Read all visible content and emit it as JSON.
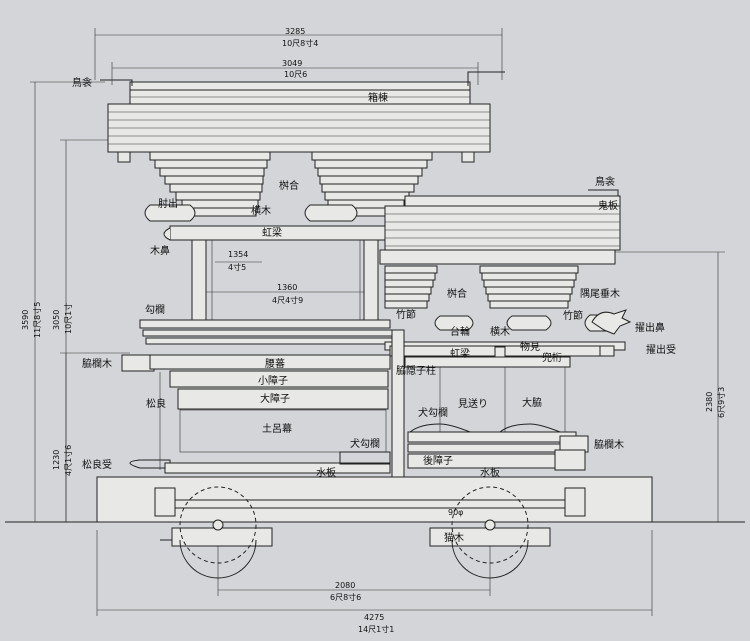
{
  "labels": {
    "karahafu_top": "鳥衾",
    "hakomune": "箱棟",
    "masugumi_upper": "桝合",
    "hijiki_upper": "肘出",
    "yokomoku_upper": "横木",
    "kouryo_upper": "虹梁",
    "kibana": "木鼻",
    "koran": "勾欄",
    "wakiranki_left": "脇欄木",
    "koshigumi": "腰蕃",
    "koshoji": "小障子",
    "ooshoji": "大障子",
    "matsura": "松良",
    "tsuchiiro": "土呂幕",
    "inukoran_left": "犬勾欄",
    "matsuraza": "松良受",
    "mizuita_left": "水板",
    "karahafu_right": "鳥衾",
    "onita": "鬼板",
    "masugumi_lower": "桝合",
    "suiki": "隅尾垂木",
    "takebushi_left": "竹節",
    "daiwa": "台輪",
    "yokomoku_lower": "横木",
    "takebushi_right": "竹節",
    "kohaibana": "擢出鼻",
    "kouryo_lower": "虹梁",
    "monomi": "物見",
    "kabuto": "兜桁",
    "kohaidai": "擢出受",
    "wakibashira": "脇隠子柱",
    "inukoran_right": "犬勾欄",
    "miokuri": "見送り",
    "oowaki": "大脇",
    "wakiranki_right": "脇欄木",
    "goshoji": "後障子",
    "mizuita_right": "水板",
    "nekogi": "猫木"
  },
  "dimensions": {
    "top_width": "3285",
    "top_width_sub": "10尺8寸4",
    "roof_width": "3049",
    "roof_width_sub": "10尺6",
    "inner_135": "1354",
    "inner_135_sub": "4寸5",
    "span_1360": "1360",
    "span_1360_sub": "4尺4寸9",
    "height_3590": "3590",
    "height_3590_sub": "11尺8寸5",
    "height_3050": "3050",
    "height_3050_sub": "10尺1寸",
    "height_1230": "1230",
    "height_1230_sub": "4尺1寸6",
    "height_2380": "2380",
    "height_2380_sub": "6尺9寸3",
    "axle_dia": "90φ",
    "wheelbase": "2080",
    "wheelbase_sub": "6尺8寸6",
    "total_length": "4275",
    "total_length_sub": "14尺1寸1"
  }
}
